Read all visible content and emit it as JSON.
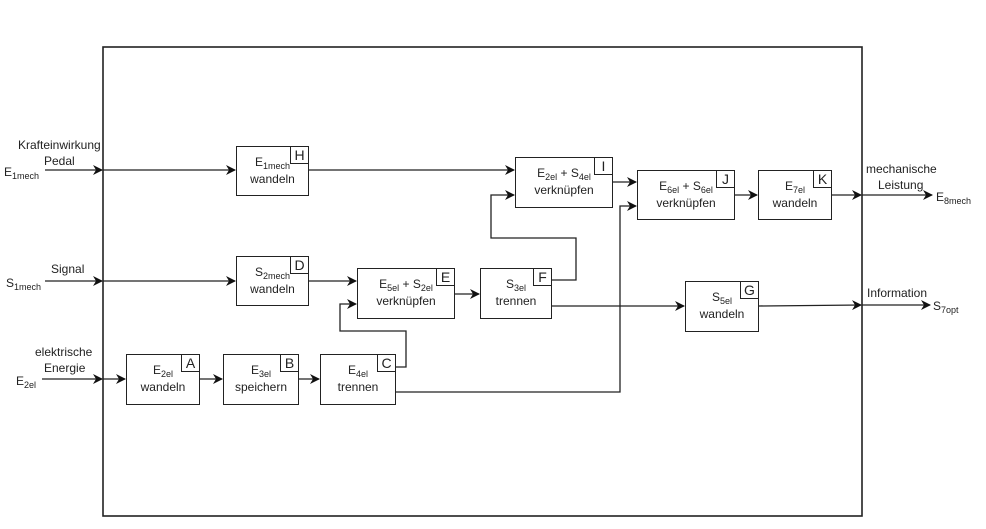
{
  "system_boundary": "system-frame",
  "inputs": [
    {
      "id": "e1mech",
      "symbol": "E",
      "sub": "1mech",
      "label_line1": "Krafteinwirkung",
      "label_line2": "Pedal"
    },
    {
      "id": "s1mech",
      "symbol": "S",
      "sub": "1mech",
      "label_line1": "Signal"
    },
    {
      "id": "e2el",
      "symbol": "E",
      "sub": "2el",
      "label_line1": "elektrische",
      "label_line2": "Energie"
    }
  ],
  "outputs": [
    {
      "id": "e8mech",
      "symbol": "E",
      "sub": "8mech",
      "label_line1": "mechanische",
      "label_line2": "Leistung"
    },
    {
      "id": "s7opt",
      "symbol": "S",
      "sub": "7opt",
      "label_line1": "Information"
    }
  ],
  "blocks": {
    "A": {
      "tag": "A",
      "sym": "E",
      "sub": "2el",
      "verb": "wandeln"
    },
    "B": {
      "tag": "B",
      "sym": "E",
      "sub": "3el",
      "verb": "speichern"
    },
    "C": {
      "tag": "C",
      "sym": "E",
      "sub": "4el",
      "verb": "trennen"
    },
    "D": {
      "tag": "D",
      "sym": "S",
      "sub": "2mech",
      "verb": "wandeln"
    },
    "E": {
      "tag": "E",
      "sym": "E",
      "sub": "5el",
      "plus": " + ",
      "sym2": "S",
      "sub2": "2el",
      "verb": "verknüpfen"
    },
    "F": {
      "tag": "F",
      "sym": "S",
      "sub": "3el",
      "verb": "trennen"
    },
    "G": {
      "tag": "G",
      "sym": "S",
      "sub": "5el",
      "verb": "wandeln"
    },
    "H": {
      "tag": "H",
      "sym": "E",
      "sub": "1mech",
      "verb": "wandeln"
    },
    "I": {
      "tag": "I",
      "sym": "E",
      "sub": "2el",
      "plus": " + ",
      "sym2": "S",
      "sub2": "4el",
      "verb": "verknüpfen"
    },
    "J": {
      "tag": "J",
      "sym": "E",
      "sub": "6el",
      "plus": " + ",
      "sym2": "S",
      "sub2": "6el",
      "verb": "verknüpfen"
    },
    "K": {
      "tag": "K",
      "sym": "E",
      "sub": "7el",
      "verb": "wandeln"
    }
  }
}
